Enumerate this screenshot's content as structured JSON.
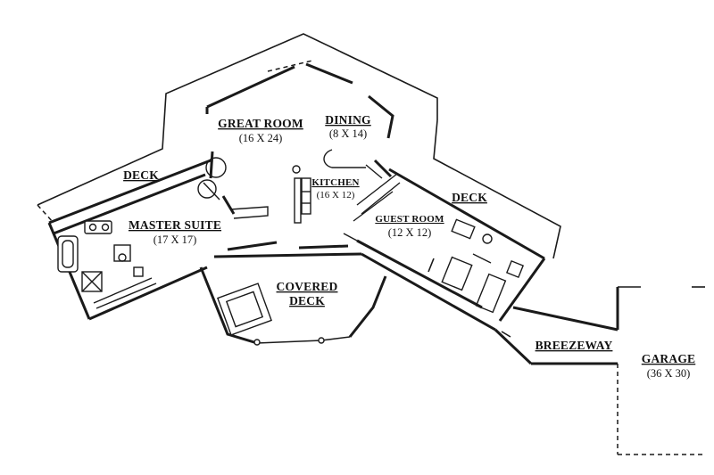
{
  "rooms": {
    "great_room": {
      "name": "GREAT ROOM",
      "size": "(16 X 24)"
    },
    "dining": {
      "name": "DINING",
      "size": "(8 X 14)"
    },
    "kitchen": {
      "name": "KITCHEN",
      "size": "(16 X 12)"
    },
    "deck_left": {
      "name": "DECK"
    },
    "deck_right": {
      "name": "DECK"
    },
    "master_suite": {
      "name": "MASTER SUITE",
      "size": "(17 X 17)"
    },
    "guest_room": {
      "name": "GUEST ROOM",
      "size": "(12 X 12)"
    },
    "covered_deck": {
      "name_line1": "COVERED",
      "name_line2": "DECK"
    },
    "breezeway": {
      "name": "BREEZEWAY"
    },
    "garage": {
      "name": "GARAGE",
      "size": "(36 X 30)"
    }
  }
}
